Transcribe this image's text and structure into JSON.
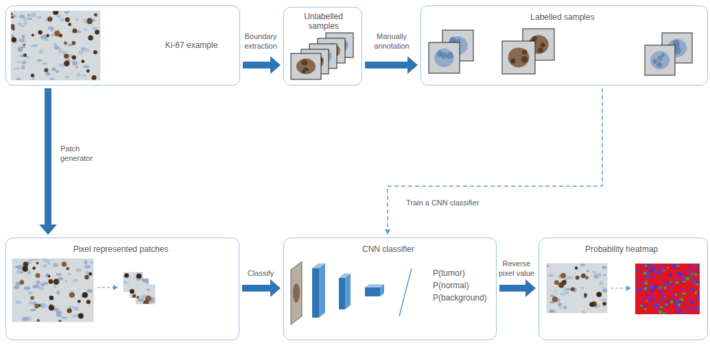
{
  "diagram": {
    "nodes": [
      {
        "text": [
          "Ki-67 example"
        ]
      },
      {
        "text": [
          "Unlabelled samples"
        ]
      },
      {
        "text": [
          "Labelled samples"
        ]
      },
      {
        "text": [
          "Pixel represented patches"
        ]
      },
      {
        "text": [
          "CNN classifier",
          "P(tumor)",
          "P(normal)",
          "P(background)"
        ]
      },
      {
        "text": [
          "Probability heatmap"
        ]
      }
    ],
    "edges": [
      {
        "from": 0,
        "to": 1,
        "label": "Boundary extraction",
        "arrow": "to"
      },
      {
        "from": 1,
        "to": 2,
        "label": "Manually annotation",
        "arrow": "to"
      },
      {
        "from": 0,
        "to": 3,
        "label": "Patch generator",
        "arrow": "to"
      },
      {
        "from": 2,
        "to": 4,
        "label": "Train a CNN classifier",
        "arrow": "to"
      },
      {
        "from": 3,
        "to": 4,
        "label": "Classify",
        "arrow": "to"
      },
      {
        "from": 4,
        "to": 5,
        "label": "Reverse pixel value",
        "arrow": "to"
      }
    ]
  }
}
